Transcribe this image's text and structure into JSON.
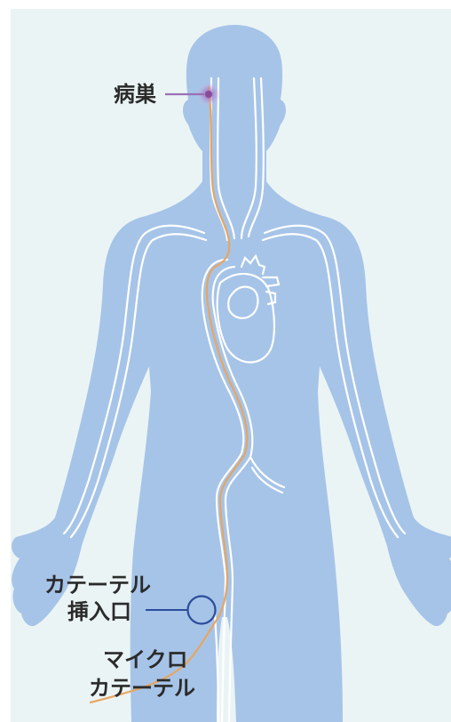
{
  "labels": {
    "lesion": "病巣",
    "insertion_line1": "カテーテル",
    "insertion_line2": "挿入口",
    "micro_line1": "マイクロ",
    "micro_line2": "カテーテル"
  },
  "colors": {
    "background": "#ebf4f5",
    "body": "#a6c4e8",
    "vessel": "#ffffff",
    "catheter": "#e8a560",
    "lesion": "#8a4a9c",
    "lesion_leader": "#9a6fb5",
    "insertion_marker": "#2c4d9a",
    "text": "#2b2b2b"
  }
}
